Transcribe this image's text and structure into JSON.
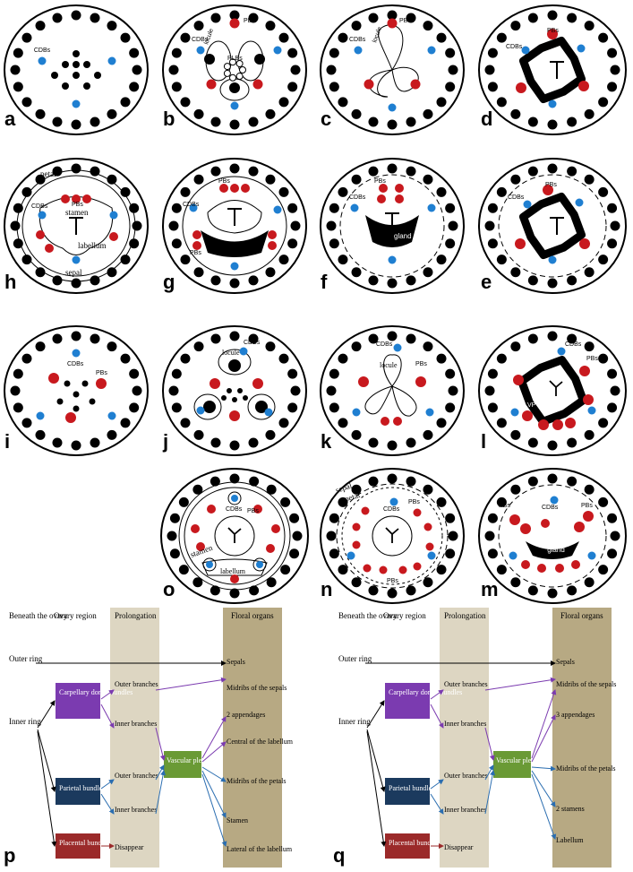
{
  "panel_letters": [
    "a",
    "b",
    "c",
    "d",
    "h",
    "g",
    "f",
    "e",
    "i",
    "j",
    "k",
    "l",
    "o",
    "n",
    "m",
    "p",
    "q"
  ],
  "labels": {
    "cdbs": "CDBs",
    "pbs": "PBs",
    "plbs": "PLBs",
    "locule": "locule",
    "vp": "VP",
    "petal": "petal",
    "stamen": "stamen",
    "labellum": "labellum",
    "sepal": "sepal",
    "gland": "gland"
  },
  "colors": {
    "cdb": "#1f7fd1",
    "pb": "#c8191e",
    "bundle": "#000000",
    "col_outer": "#ddd6c2",
    "col_organs": "#b7a983",
    "carpellary": "#7b3bb0",
    "parietal": "#1b3a5e",
    "placental": "#9b2a2a",
    "plexus": "#6a9a35"
  },
  "flow_p": {
    "letter": "p",
    "headers": [
      "Beneath the ovary",
      "Ovary region",
      "Prolongation",
      "Floral organs"
    ],
    "outer_ring": "Outer ring",
    "inner_ring": "Inner ring",
    "carpellary": "Carpellary dorsal bundles",
    "parietal": "Parietal bundles",
    "placental": "Placental bundles",
    "outer_branches": "Outer branches",
    "inner_branches": "Inner branches",
    "outer_branches2": "Outer branches",
    "inner_branches2": "Inner branches",
    "disappear": "Disappear",
    "plexus": "Vascular plexus",
    "organs": [
      "Sepals",
      "Midribs of the sepals",
      "2 appendages",
      "Central of the labellum",
      "Midribs of the petals",
      "Stamen",
      "Lateral of the labellum"
    ]
  },
  "flow_q": {
    "letter": "q",
    "headers": [
      "Beneath the ovary",
      "Ovary region",
      "Prolongation",
      "Floral organs"
    ],
    "outer_ring": "Outer ring",
    "inner_ring": "Inner ring",
    "carpellary": "Carpellary dorsal bundles",
    "parietal": "Parietal bundles",
    "placental": "Placental bundles",
    "outer_branches": "Outer branches",
    "inner_branches": "Inner branches",
    "outer_branches2": "Outer branches",
    "inner_branches2": "Inner branches",
    "disappear": "Disappear",
    "plexus": "Vascular plexus",
    "organs": [
      "Sepals",
      "Midribs of the sepals",
      "3 appendages",
      "Midribs of the petals",
      "2 stamens",
      "Labellum"
    ]
  }
}
